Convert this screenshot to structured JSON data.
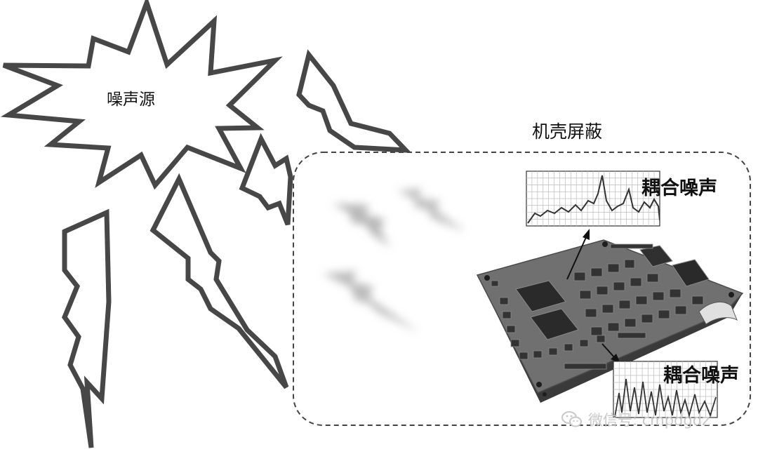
{
  "labels": {
    "noise_source": "噪声源",
    "chassis_shield": "机壳屏蔽",
    "coupled_noise_top": "耦合噪声",
    "coupled_noise_bottom": "耦合噪声"
  },
  "watermark": {
    "text": "微信号: cmpdgdz",
    "icon": "wechat-icon"
  },
  "colors": {
    "outline": "#444444",
    "pcb_top": "#6f6f6f",
    "pcb_edge": "#3a3a3a",
    "chip": "#2c2c2c",
    "plot_grid": "#bbbbbb",
    "plot_line": "#333333",
    "watermark": "#c8c8c8"
  }
}
